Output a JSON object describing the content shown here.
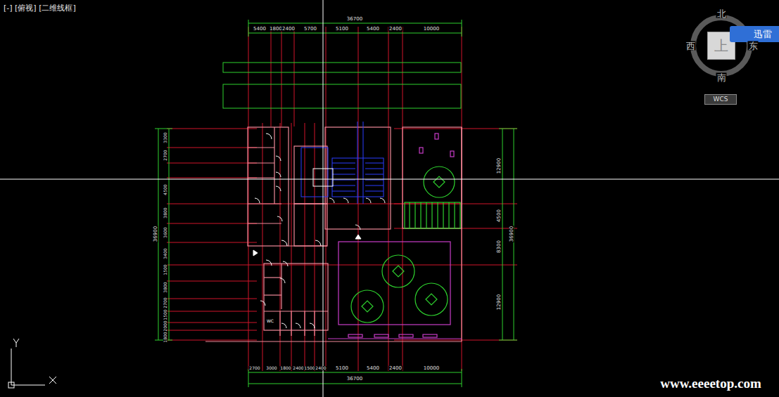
{
  "diagram": {
    "nodes": [
      {
        "text": [
          "上"
        ]
      },
      {
        "text": [
          "WCS"
        ]
      },
      {
        "text": [
          "迅雷"
        ]
      }
    ],
    "labels": [
      "[-] [俯视] [二维线框]",
      "北",
      "西",
      "东",
      "南",
      "36700",
      "5400",
      "1800",
      "2400",
      "5700",
      "5100",
      "5400",
      "2400",
      "10000",
      "2700",
      "3000",
      "1800",
      "2400",
      "1500",
      "2400",
      "5100",
      "5400",
      "2400",
      "10000",
      "36700",
      "36900",
      "3300",
      "2700",
      "4500",
      "3800",
      "3600",
      "3400",
      "1500",
      "3800",
      "2700",
      "1500",
      "2000",
      "1800",
      "36900",
      "12900",
      "4500",
      "8300",
      "12900",
      "WC",
      "www.eeeetop.com"
    ]
  }
}
